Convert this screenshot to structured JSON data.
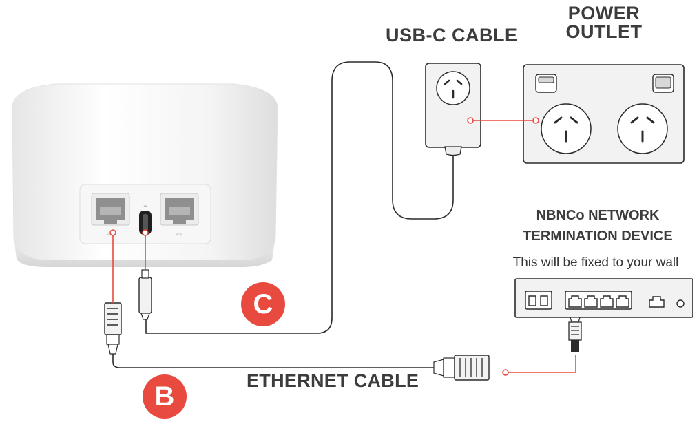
{
  "labels": {
    "usb_c_cable": "USB-C CABLE",
    "power_outlet_line1": "POWER",
    "power_outlet_line2": "OUTLET",
    "ntd_line1": "NBNCo NETWORK",
    "ntd_line2": "TERMINATION DEVICE",
    "ntd_note": "This will be fixed to your wall",
    "ethernet_cable": "ETHERNET CABLE"
  },
  "badges": {
    "c": "C",
    "b": "B"
  },
  "colors": {
    "accent_red": "#e84a3f",
    "line_dark": "#2b2b2b",
    "device_white": "#f2f2f2",
    "label_gray": "#3c3c3c"
  }
}
